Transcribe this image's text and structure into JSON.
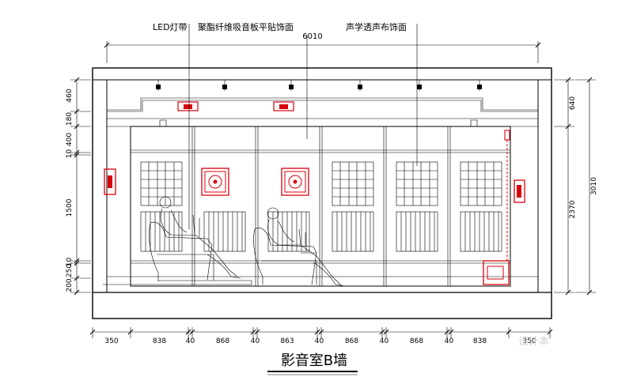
{
  "title": "影音室B墙",
  "callouts": {
    "led": "LED灯带",
    "panel": "聚酯纤维吸音板平贴饰面",
    "fabric": "声学透声布饰面"
  },
  "dimensions": {
    "top_total": "6010",
    "bottom": [
      "350",
      "838",
      "40",
      "868",
      "40",
      "863",
      "40",
      "868",
      "40",
      "868",
      "40",
      "838",
      "350"
    ],
    "left": [
      "460",
      "180",
      "400",
      "10",
      "1500",
      "10",
      "250",
      "200"
    ],
    "right": [
      "640",
      "2370",
      "3010"
    ]
  },
  "watermark": "设计本",
  "colors": {
    "line": "#000000",
    "accent": "#d9000d"
  }
}
